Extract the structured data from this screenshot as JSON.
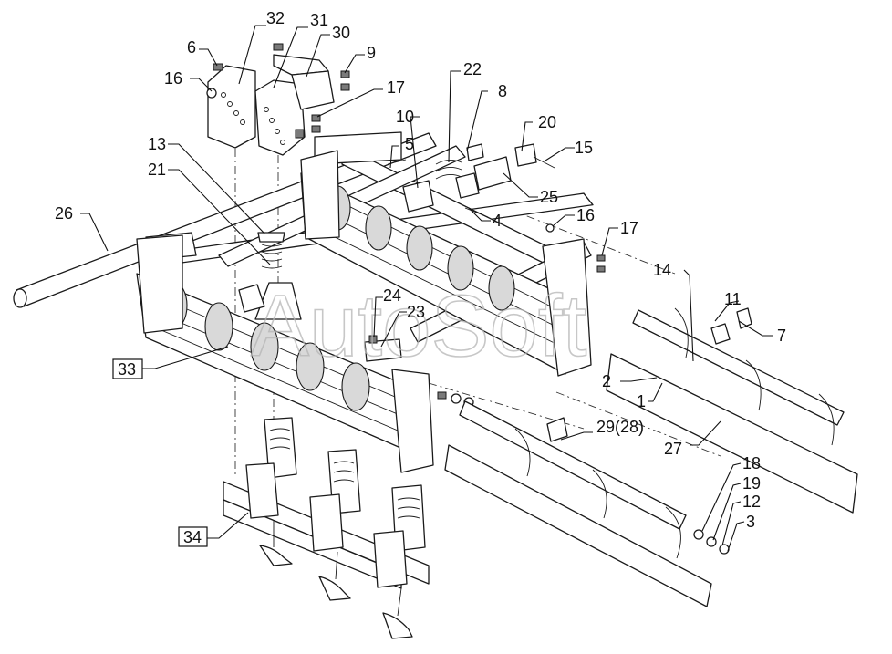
{
  "diagram": {
    "watermark": "AutoSoft",
    "labels": {
      "p1": "1",
      "p2": "2",
      "p3": "3",
      "p4": "4",
      "p5": "5",
      "p6": "6",
      "p7": "7",
      "p8": "8",
      "p9": "9",
      "p10": "10",
      "p11": "11",
      "p12": "12",
      "p13": "13",
      "p14": "14",
      "p15": "15",
      "p16a": "16",
      "p16b": "16",
      "p17a": "17",
      "p17b": "17",
      "p18": "18",
      "p19": "19",
      "p20": "20",
      "p21": "21",
      "p22": "22",
      "p23": "23",
      "p24": "24",
      "p25": "25",
      "p26": "26",
      "p27": "27",
      "p29": "29(28)",
      "p30": "30",
      "p31": "31",
      "p32": "32",
      "p33": "33",
      "p34": "34"
    }
  }
}
